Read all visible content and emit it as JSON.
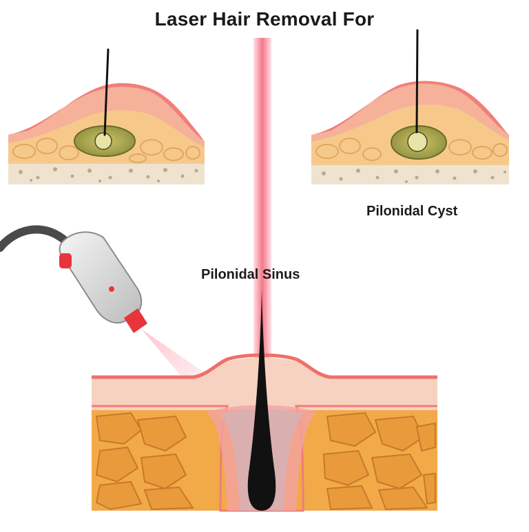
{
  "title": "Laser Hair Removal For",
  "labels": {
    "pilonidal_cyst": "Pilonidal Cyst",
    "pilonidal_sinus": "Pilonidal Sinus"
  },
  "colors": {
    "laser_beam": "#f26d7d",
    "skin_pink": "#f08a84",
    "fat_yellow": "#f2a948",
    "tissue_beige": "#f3e2c0",
    "hair_black": "#111111",
    "device_gray": "#d9d9d9",
    "device_red": "#e8343b"
  },
  "icons": {
    "laser_device": "laser-handpiece-icon",
    "hair": "hair-follicle-icon"
  }
}
